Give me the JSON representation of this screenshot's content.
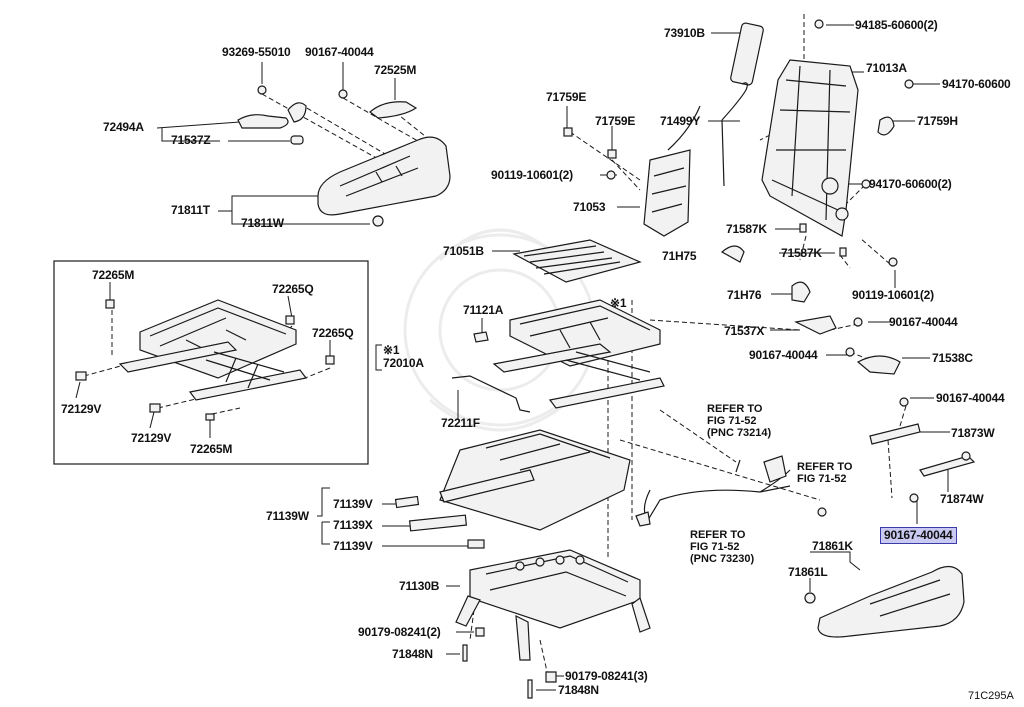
{
  "diagram_code": "71C295A",
  "footnote_mark": "※1",
  "labels": {
    "p93269": "93269-55010",
    "p90167a": "90167-40044",
    "p72525M": "72525M",
    "p72494A": "72494A",
    "p71537Z": "71537Z",
    "p71811T": "71811T",
    "p71811W": "71811W",
    "p72265M_top": "72265M",
    "p72265Q_a": "72265Q",
    "p72265Q_b": "72265Q",
    "p72010A": "72010A",
    "p72129V_a": "72129V",
    "p72129V_b": "72129V",
    "p72265M_bot": "72265M",
    "p73910B": "73910B",
    "p94185": "94185-60600(2)",
    "p71013A": "71013A",
    "p94170a": "94170-60600",
    "p71759E_a": "71759E",
    "p71759E_b": "71759E",
    "p71499Y": "71499Y",
    "p71759H": "71759H",
    "p90119a": "90119-10601(2)",
    "p94170b": "94170-60600(2)",
    "p71053": "71053",
    "p71587K_a": "71587K",
    "p71587K_b": "71587K",
    "p71H75": "71H75",
    "p90119b": "90119-10601(2)",
    "p71051B": "71051B",
    "p71H76": "71H76",
    "p71121A": "71121A",
    "p71537X": "71537X",
    "p90167b": "90167-40044",
    "p90167c": "90167-40044",
    "p71538C": "71538C",
    "p72211F": "72211F",
    "p90167d": "90167-40044",
    "p71873W": "71873W",
    "p71874W": "71874W",
    "p90167e": "90167-40044",
    "p71139W": "71139W",
    "p71139V_a": "71139V",
    "p71139X": "71139X",
    "p71139V_b": "71139V",
    "p71861K": "71861K",
    "p71861L": "71861L",
    "p71130B": "71130B",
    "p90179a": "90179-08241(2)",
    "p71848N_a": "71848N",
    "p90179b": "90179-08241(3)",
    "p71848N_b": "71848N"
  },
  "refs": {
    "r1": "REFER TO\nFIG 71-52\n(PNC 73214)",
    "r2": "REFER TO\nFIG 71-52",
    "r3": "REFER TO\nFIG 71-52\n(PNC 73230)"
  },
  "colors": {
    "line": "#1a1a1a",
    "part_fill": "#f2f2f2",
    "part_dark": "#555555",
    "highlight_bg": "#c9c9f2",
    "highlight_border": "#3a3aa8",
    "watermark": "#ececec"
  }
}
